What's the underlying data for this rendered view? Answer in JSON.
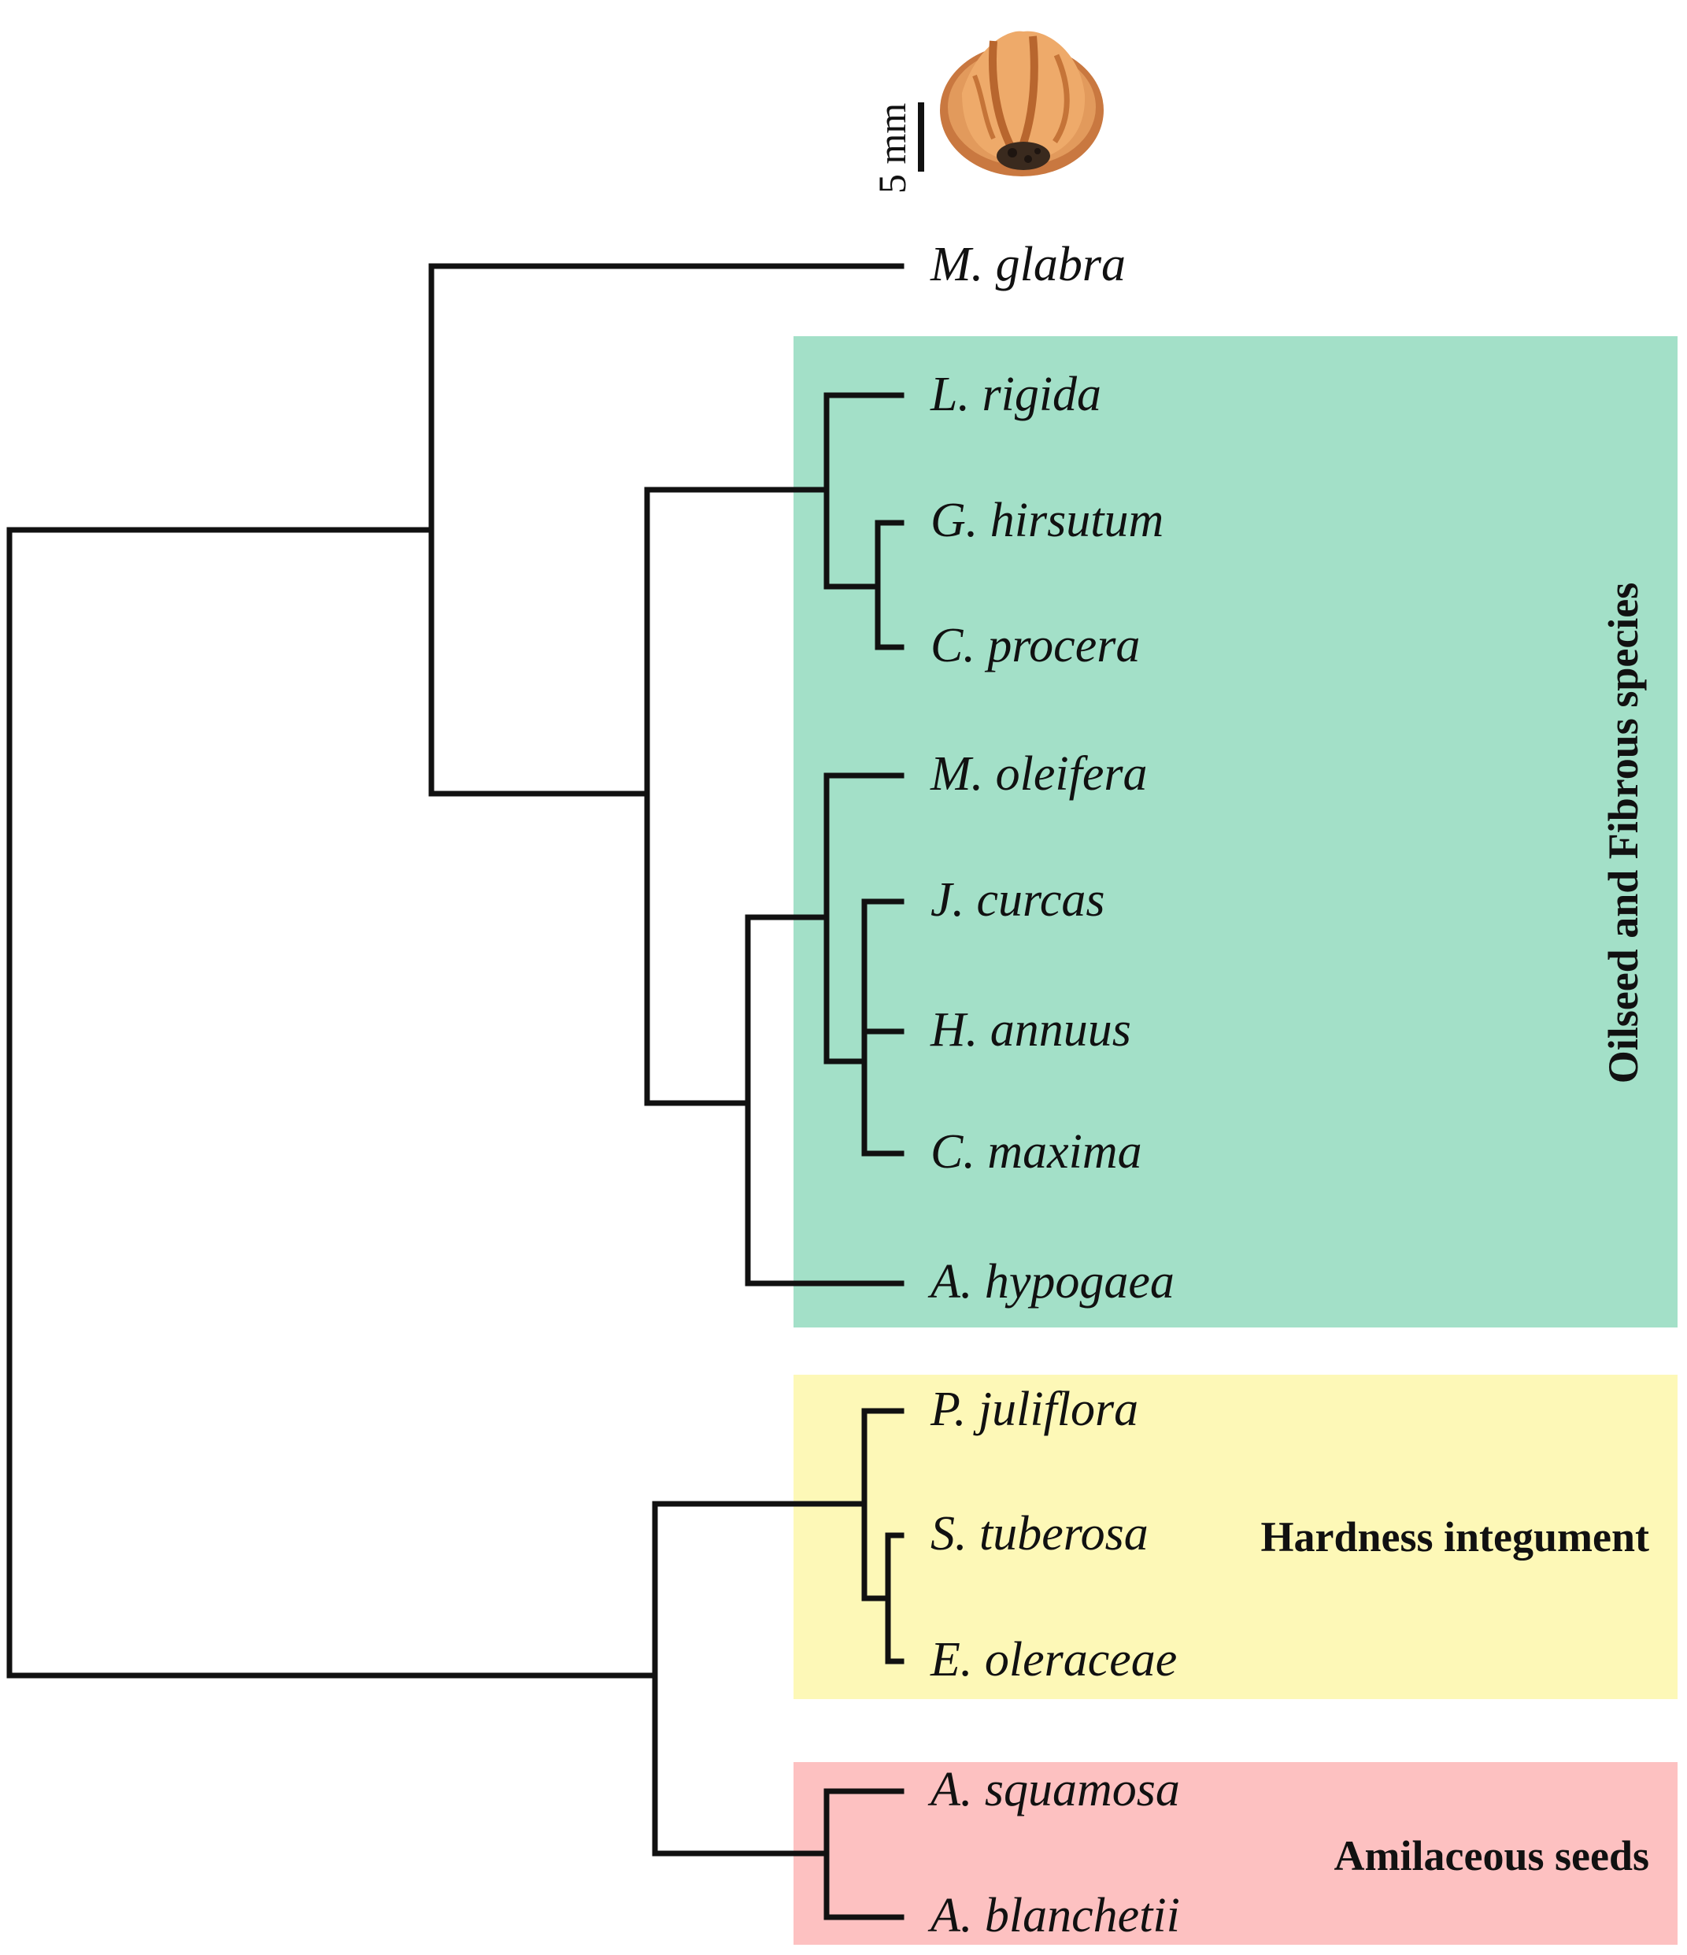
{
  "scale": {
    "label": "5 mm",
    "specimen_icon": "seed-photo"
  },
  "groups": {
    "oilseed": {
      "label": "Oilseed and Fibrous species",
      "color": "#a3e0c8"
    },
    "hardness": {
      "label": "Hardness integument",
      "color": "#fdf8b7"
    },
    "amilaceous": {
      "label": "Amilaceous seeds",
      "color": "#fdc1c1"
    }
  },
  "taxa": [
    {
      "id": "m_glabra",
      "label": "M. glabra"
    },
    {
      "id": "l_rigida",
      "label": "L. rigida"
    },
    {
      "id": "g_hirsutum",
      "label": "G. hirsutum"
    },
    {
      "id": "c_procera",
      "label": "C. procera"
    },
    {
      "id": "m_oleifera",
      "label": "M. oleifera"
    },
    {
      "id": "j_curcas",
      "label": "J. curcas"
    },
    {
      "id": "h_annuus",
      "label": "H. annuus"
    },
    {
      "id": "c_maxima",
      "label": "C. maxima"
    },
    {
      "id": "a_hypogaea",
      "label": "A. hypogaea"
    },
    {
      "id": "p_juliflora",
      "label": "P. juliflora"
    },
    {
      "id": "s_tuberosa",
      "label": "S. tuberosa"
    },
    {
      "id": "e_oleraceae",
      "label": "E. oleraceae"
    },
    {
      "id": "a_squamosa",
      "label": "A. squamosa"
    },
    {
      "id": "a_blanchetii",
      "label": "A. blanchetii"
    }
  ],
  "colors": {
    "branch": "#111111",
    "seed": "#d98a4a"
  }
}
